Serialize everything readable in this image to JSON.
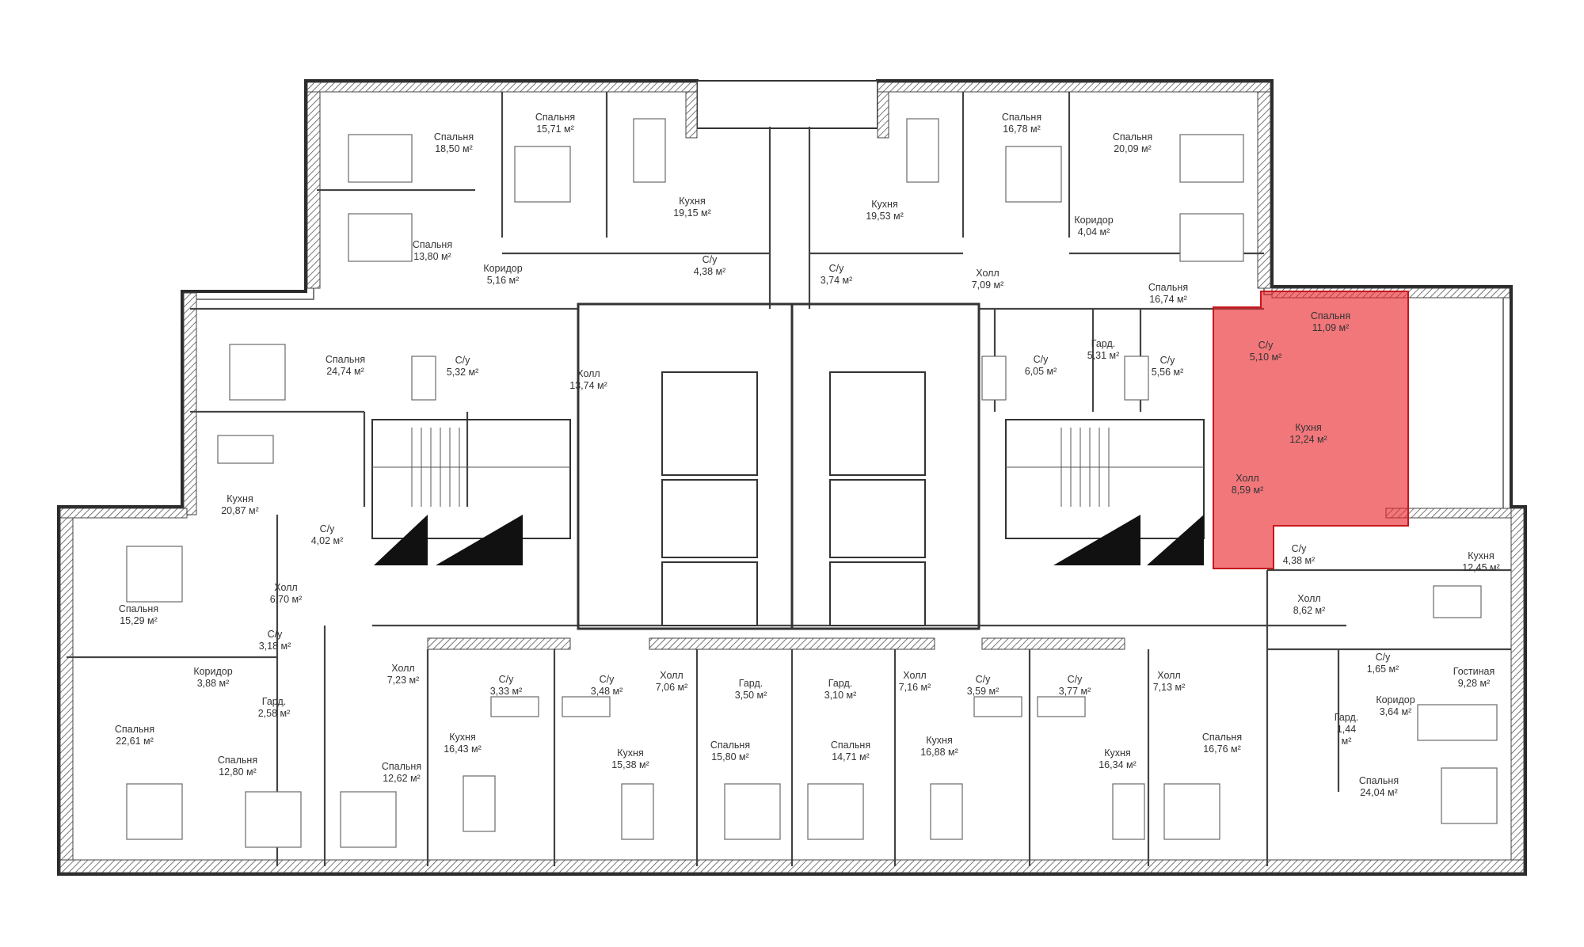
{
  "highlight_color": "#e8232a",
  "rooms": {
    "r01": {
      "name": "Спальня",
      "area": "18,50 м²"
    },
    "r02": {
      "name": "Спальня",
      "area": "15,71 м²"
    },
    "r03": {
      "name": "Кухня",
      "area": "19,15 м²"
    },
    "r04": {
      "name": "Кухня",
      "area": "19,53 м²"
    },
    "r05": {
      "name": "Спальня",
      "area": "16,78 м²"
    },
    "r06": {
      "name": "Спальня",
      "area": "20,09 м²"
    },
    "r07": {
      "name": "Спальня",
      "area": "13,80 м²"
    },
    "r08": {
      "name": "Коридор",
      "area": "5,16 м²"
    },
    "r09": {
      "name": "С/у",
      "area": "4,38 м²"
    },
    "r10": {
      "name": "С/у",
      "area": "3,74 м²"
    },
    "r11": {
      "name": "Холл",
      "area": "7,09 м²"
    },
    "r12": {
      "name": "Коридор",
      "area": "4,04 м²"
    },
    "r13": {
      "name": "Спальня",
      "area": "16,74 м²"
    },
    "r14": {
      "name": "Спальня",
      "area": "24,74 м²"
    },
    "r15": {
      "name": "С/у",
      "area": "5,32 м²"
    },
    "r16": {
      "name": "Холл",
      "area": "13,74 м²"
    },
    "r17": {
      "name": "С/у",
      "area": "6,05 м²"
    },
    "r18": {
      "name": "Гард.",
      "area": "5,31 м²"
    },
    "r19": {
      "name": "С/у",
      "area": "5,56 м²"
    },
    "r20": {
      "name": "Спальня",
      "area": "11,09 м²"
    },
    "r21": {
      "name": "С/у",
      "area": "5,10 м²"
    },
    "r22": {
      "name": "Кухня",
      "area": "12,24 м²"
    },
    "r23": {
      "name": "Холл",
      "area": "8,59 м²"
    },
    "r24": {
      "name": "Кухня",
      "area": "20,87 м²"
    },
    "r25": {
      "name": "С/у",
      "area": "4,02 м²"
    },
    "r26": {
      "name": "Холл",
      "area": "6,70 м²"
    },
    "r27": {
      "name": "Спальня",
      "area": "15,29 м²"
    },
    "r28": {
      "name": "С/у",
      "area": "3,18 м²"
    },
    "r29": {
      "name": "Коридор",
      "area": "3,88 м²"
    },
    "r30": {
      "name": "Гард.",
      "area": "2,58 м²"
    },
    "r31": {
      "name": "Спальня",
      "area": "22,61 м²"
    },
    "r32": {
      "name": "Спальня",
      "area": "12,80 м²"
    },
    "r33": {
      "name": "Холл",
      "area": "7,23 м²"
    },
    "r34": {
      "name": "Спальня",
      "area": "12,62 м²"
    },
    "r35": {
      "name": "С/у",
      "area": "3,33 м²"
    },
    "r36": {
      "name": "С/у",
      "area": "3,48 м²"
    },
    "r37": {
      "name": "Кухня",
      "area": "16,43 м²"
    },
    "r38": {
      "name": "Кухня",
      "area": "15,38 м²"
    },
    "r39": {
      "name": "Холл",
      "area": "7,06 м²"
    },
    "r40": {
      "name": "Гард.",
      "area": "3,50 м²"
    },
    "r41": {
      "name": "Спальня",
      "area": "15,80 м²"
    },
    "r42": {
      "name": "Гард.",
      "area": "3,10 м²"
    },
    "r43": {
      "name": "Спальня",
      "area": "14,71 м²"
    },
    "r44": {
      "name": "Холл",
      "area": "7,16 м²"
    },
    "r45": {
      "name": "Кухня",
      "area": "16,88 м²"
    },
    "r46": {
      "name": "С/у",
      "area": "3,59 м²"
    },
    "r47": {
      "name": "С/у",
      "area": "3,77 м²"
    },
    "r48": {
      "name": "Холл",
      "area": "7,13 м²"
    },
    "r49": {
      "name": "Кухня",
      "area": "16,34 м²"
    },
    "r50": {
      "name": "Спальня",
      "area": "16,76 м²"
    },
    "r51": {
      "name": "С/у",
      "area": "4,38 м²"
    },
    "r52": {
      "name": "Кухня",
      "area": "12,45 м²"
    },
    "r53": {
      "name": "Холл",
      "area": "8,62 м²"
    },
    "r54": {
      "name": "С/у",
      "area": "1,65 м²"
    },
    "r55": {
      "name": "Гостиная",
      "area": "9,28 м²"
    },
    "r56": {
      "name": "Коридор",
      "area": "3,64 м²"
    },
    "r57": {
      "name": "Гард.",
      "area": "1,44"
    },
    "r57b": {
      "name": "м²"
    },
    "r58": {
      "name": "Спальня",
      "area": "24,04 м²"
    }
  }
}
